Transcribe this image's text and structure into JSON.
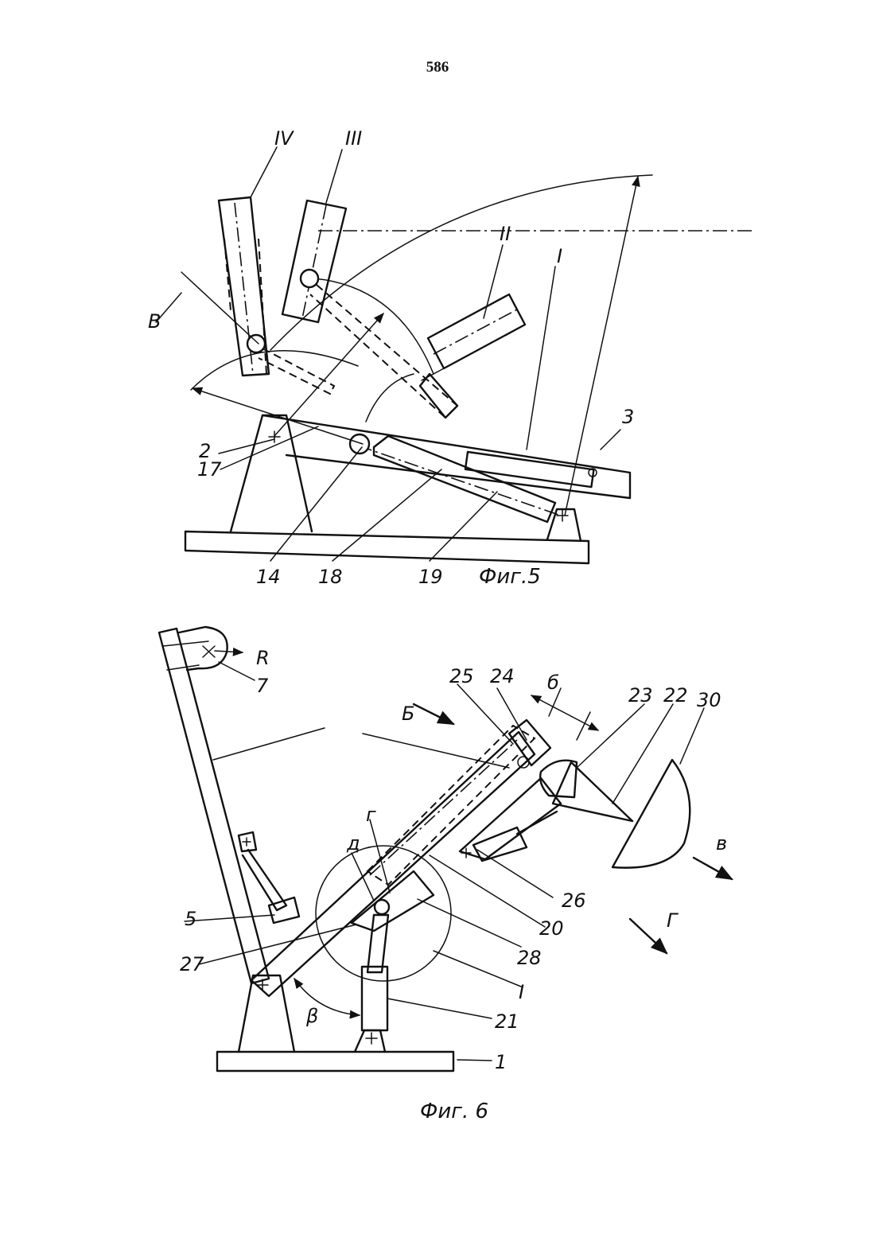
{
  "page": {
    "number": "586"
  },
  "fig5": {
    "caption": "Фиг.5",
    "positions": {
      "p1": "I",
      "p2": "II",
      "p3": "III",
      "p4": "IV"
    },
    "view_letter": "В",
    "labels": {
      "l2": "2",
      "l3": "3",
      "l14": "14",
      "l17": "17",
      "l18": "18",
      "l19": "19"
    }
  },
  "fig6": {
    "caption": "Фиг. 6",
    "labels": {
      "l1": "1",
      "l5": "5",
      "l7": "7",
      "R": "R",
      "l20": "20",
      "l21": "21",
      "l22": "22",
      "l23": "23",
      "l24": "24",
      "l25": "25",
      "l26": "26",
      "l27": "27",
      "l28": "28",
      "l30": "30",
      "I": "I",
      "beta": "β",
      "b_small": "б",
      "g_small": "г",
      "d_small": "д",
      "B_view": "Б",
      "G_view": "Г",
      "V_view": "в"
    }
  }
}
